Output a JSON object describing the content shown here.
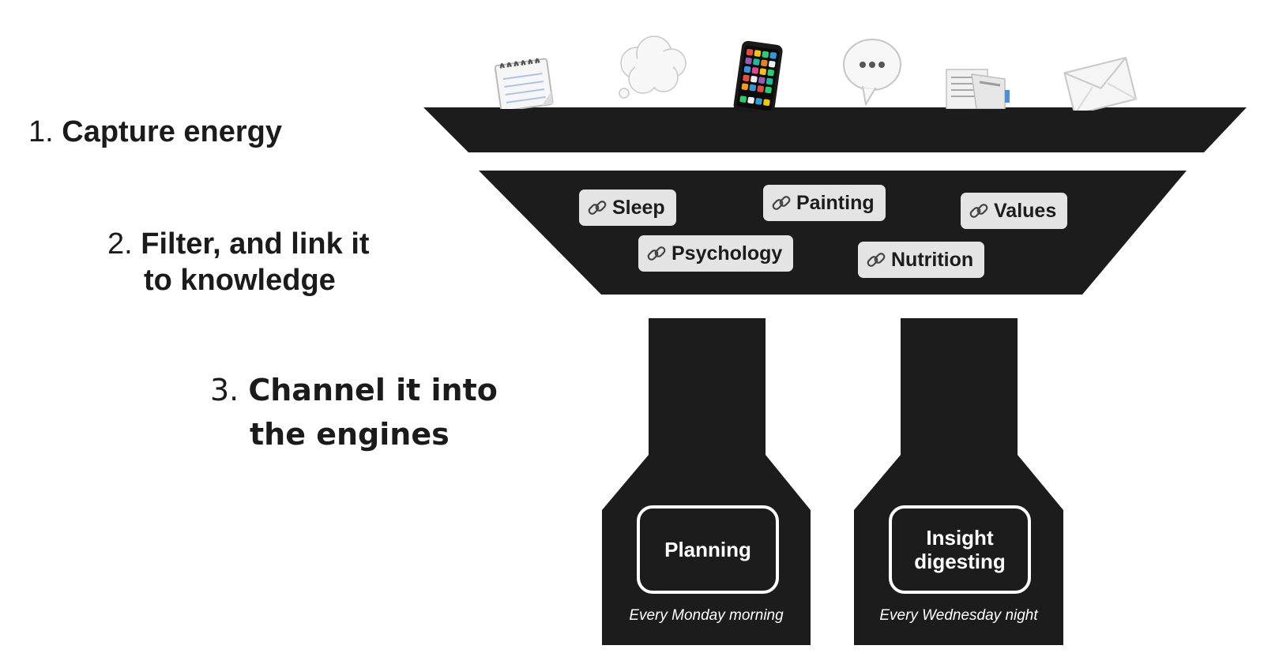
{
  "steps": [
    {
      "number": "1.",
      "text": "Capture energy"
    },
    {
      "number": "2.",
      "text_line1": "Filter, and link it",
      "text_line2": "to knowledge"
    },
    {
      "number": "3.",
      "text_line1": "Channel it into",
      "text_line2": "the engines"
    }
  ],
  "input_icons": [
    "notepad-icon",
    "thought-bubble-icon",
    "mobile-phone-icon",
    "speech-bubble-icon",
    "document-icon",
    "envelope-icon"
  ],
  "tags": [
    {
      "label": "Sleep",
      "icon": "link-icon"
    },
    {
      "label": "Painting",
      "icon": "link-icon"
    },
    {
      "label": "Values",
      "icon": "link-icon"
    },
    {
      "label": "Psychology",
      "icon": "link-icon"
    },
    {
      "label": "Nutrition",
      "icon": "link-icon"
    }
  ],
  "engines": [
    {
      "name": "Planning",
      "schedule": "Every Monday morning"
    },
    {
      "name_line1": "Insight",
      "name_line2": "digesting",
      "schedule": "Every Wednesday night"
    }
  ],
  "colors": {
    "funnel": "#1c1c1c",
    "tag_background": "#e4e4e4",
    "text": "#1b1b1b"
  }
}
